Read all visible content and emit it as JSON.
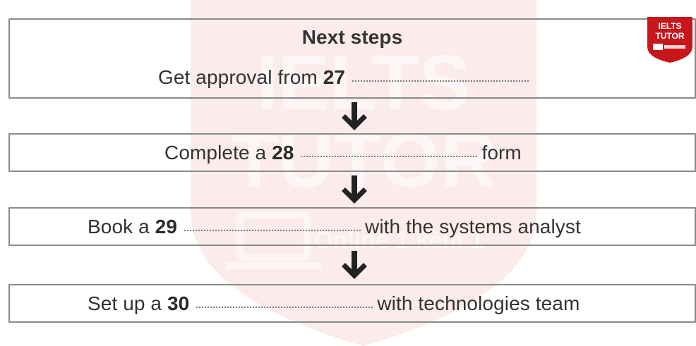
{
  "title": "Next steps",
  "steps": [
    {
      "before": "Get approval from",
      "number": "27",
      "after": ""
    },
    {
      "before": "Complete a",
      "number": "28",
      "after": "form"
    },
    {
      "before": "Book a",
      "number": "29",
      "after": "with the systems analyst"
    },
    {
      "before": "Set up a",
      "number": "30",
      "after": "with technologies team"
    }
  ],
  "watermark": {
    "line1": "IELTS",
    "line2": "TUTOR",
    "line3": "Online 1 kèm 1"
  },
  "logo": {
    "line1": "IELTS",
    "line2": "TUTOR",
    "color": "#c8161d"
  }
}
